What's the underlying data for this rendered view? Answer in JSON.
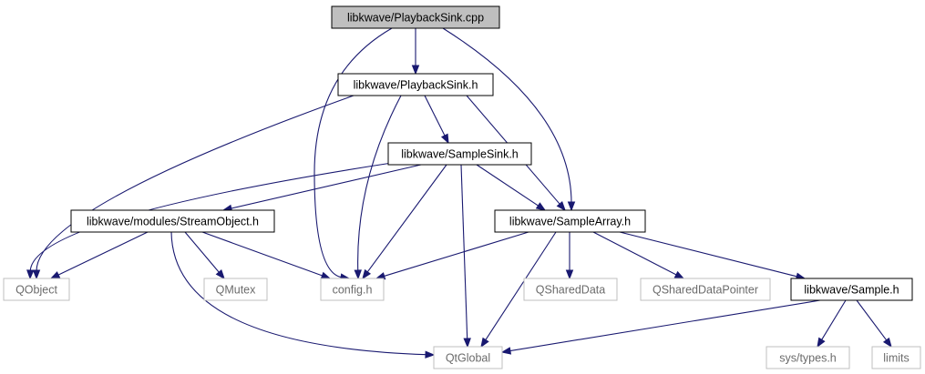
{
  "nodes": [
    {
      "id": "playbacksink_cpp",
      "label": "libkwave/PlaybackSink.cpp",
      "style": "root"
    },
    {
      "id": "playbacksink_h",
      "label": "libkwave/PlaybackSink.h",
      "style": "internal"
    },
    {
      "id": "samplesink_h",
      "label": "libkwave/SampleSink.h",
      "style": "internal"
    },
    {
      "id": "streamobject_h",
      "label": "libkwave/modules/StreamObject.h",
      "style": "internal"
    },
    {
      "id": "samplearray_h",
      "label": "libkwave/SampleArray.h",
      "style": "internal"
    },
    {
      "id": "sample_h",
      "label": "libkwave/Sample.h",
      "style": "internal"
    },
    {
      "id": "qobject",
      "label": "QObject",
      "style": "external"
    },
    {
      "id": "qmutex",
      "label": "QMutex",
      "style": "external"
    },
    {
      "id": "config_h",
      "label": "config.h",
      "style": "external"
    },
    {
      "id": "qshareddata",
      "label": "QSharedData",
      "style": "external"
    },
    {
      "id": "qshareddatapointer",
      "label": "QSharedDataPointer",
      "style": "external"
    },
    {
      "id": "qtglobal",
      "label": "QtGlobal",
      "style": "external"
    },
    {
      "id": "sys_types_h",
      "label": "sys/types.h",
      "style": "external"
    },
    {
      "id": "limits",
      "label": "limits",
      "style": "external"
    }
  ],
  "edges": [
    {
      "from": "playbacksink_cpp",
      "to": "playbacksink_h"
    },
    {
      "from": "playbacksink_cpp",
      "to": "config_h"
    },
    {
      "from": "playbacksink_cpp",
      "to": "samplearray_h"
    },
    {
      "from": "playbacksink_h",
      "to": "qobject"
    },
    {
      "from": "playbacksink_h",
      "to": "config_h"
    },
    {
      "from": "playbacksink_h",
      "to": "samplesink_h"
    },
    {
      "from": "playbacksink_h",
      "to": "samplearray_h"
    },
    {
      "from": "samplesink_h",
      "to": "qobject"
    },
    {
      "from": "samplesink_h",
      "to": "streamobject_h"
    },
    {
      "from": "samplesink_h",
      "to": "config_h"
    },
    {
      "from": "samplesink_h",
      "to": "samplearray_h"
    },
    {
      "from": "samplesink_h",
      "to": "qtglobal"
    },
    {
      "from": "streamobject_h",
      "to": "qobject"
    },
    {
      "from": "streamobject_h",
      "to": "qmutex"
    },
    {
      "from": "streamobject_h",
      "to": "config_h"
    },
    {
      "from": "streamobject_h",
      "to": "qtglobal"
    },
    {
      "from": "samplearray_h",
      "to": "config_h"
    },
    {
      "from": "samplearray_h",
      "to": "qtglobal"
    },
    {
      "from": "samplearray_h",
      "to": "qshareddata"
    },
    {
      "from": "samplearray_h",
      "to": "qshareddatapointer"
    },
    {
      "from": "samplearray_h",
      "to": "sample_h"
    },
    {
      "from": "sample_h",
      "to": "qtglobal"
    },
    {
      "from": "sample_h",
      "to": "sys_types_h"
    },
    {
      "from": "sample_h",
      "to": "limits"
    }
  ],
  "colors": {
    "edge": "#191970",
    "root_fill": "#bfbfbf",
    "internal_border": "#000000",
    "external_border": "#bfbfbf",
    "external_text": "#6b6b6b"
  }
}
